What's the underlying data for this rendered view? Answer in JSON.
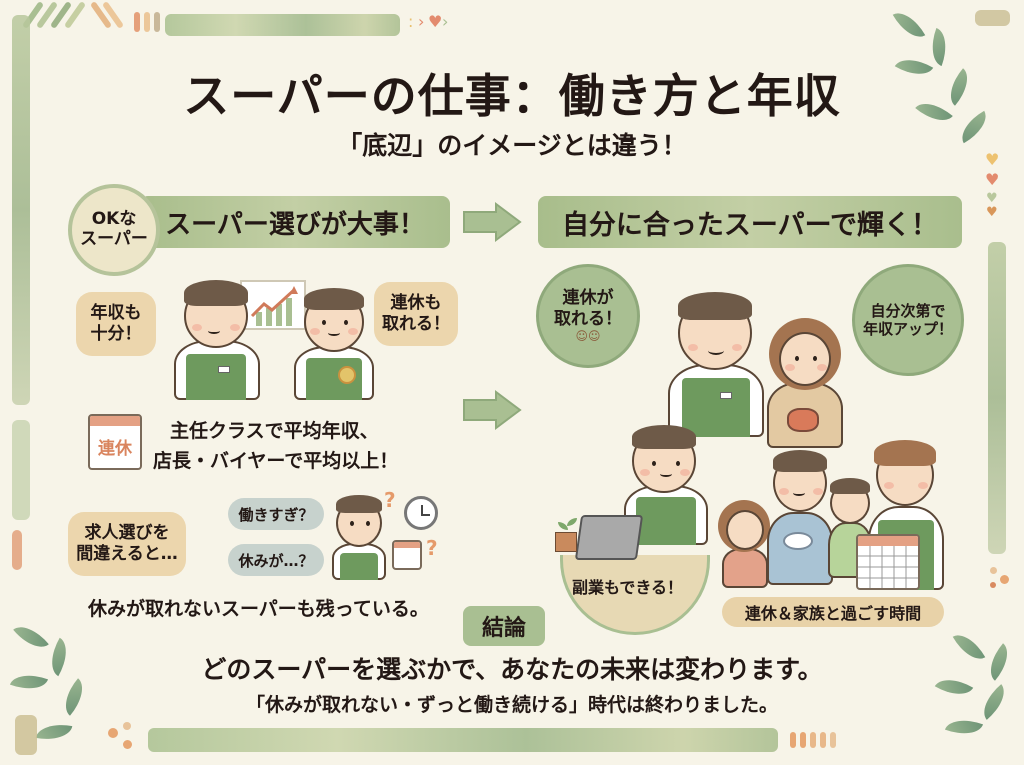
{
  "header": {
    "title": "スーパーの仕事：働き方と年収",
    "subtitle": "「底辺」のイメージとは違う！"
  },
  "left_section": {
    "badge": "OKな\nスーパー",
    "badge_line1": "OKな",
    "badge_line2": "スーパー",
    "banner": "スーパー選びが大事！",
    "bubble_income_line1": "年収も",
    "bubble_income_line2": "十分！",
    "bubble_holiday_line1": "連休も",
    "bubble_holiday_line2": "取れる！",
    "calendar_label": "連休",
    "salary_line1": "主任クラスで平均年収、",
    "salary_line2": "店長・バイヤーで平均以上！",
    "warning_line1": "求人選びを",
    "warning_line2": "間違えると…",
    "question_overwork": "働きすぎ？",
    "question_holiday": "休みが…？",
    "warning_caption": "休みが取れないスーパーも残っている。"
  },
  "right_section": {
    "banner": "自分に合ったスーパーで輝く！",
    "circle_holiday_line1": "連休が",
    "circle_holiday_line2": "取れる！",
    "circle_income_line1": "自分次第で",
    "circle_income_line2": "年収アップ！",
    "side_job": "副業もできる！",
    "family_time": "連休＆家族と過ごす時間"
  },
  "conclusion": {
    "label": "結論",
    "main": "どのスーパーを選ぶかで、あなたの未来は変わります。",
    "sub": "「休みが取れない・ずっと働き続ける」時代は終わりました。"
  },
  "colors": {
    "background": "#f7f4e8",
    "sage_green": "#a9bf92",
    "tan": "#ecd6ad",
    "apron_green": "#6e9a5e",
    "accent_orange": "#e59a6a",
    "text": "#231815"
  }
}
